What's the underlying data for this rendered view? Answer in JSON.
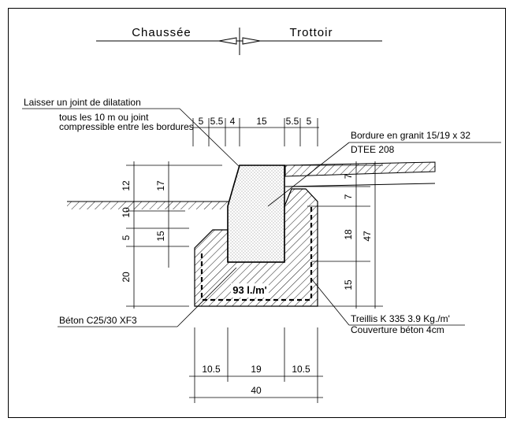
{
  "header": {
    "left_label": "Chaussée",
    "right_label": "Trottoir"
  },
  "notes": {
    "joint_line1": "Laisser un joint de dilatation",
    "joint_line2": "tous les 10 m ou joint",
    "joint_line3": "compressible entre les bordures",
    "bordure": "Bordure en granit 15/19 x 32",
    "dtee": "DTEE 208",
    "beton": "Béton C25/30 XF3",
    "treillis": "Treillis K 335 3.9 Kg./m'",
    "couverture": "Couverture béton 4cm",
    "volume": "93 l./m'"
  },
  "dims_top": [
    "5",
    "5.5",
    "4",
    "15",
    "5.5",
    "5"
  ],
  "dims_left_outer": [
    "12",
    "10",
    "5",
    "20"
  ],
  "dims_left_inner": [
    "17",
    "15"
  ],
  "dims_right_inner": [
    "7",
    "7",
    "18",
    "15"
  ],
  "dims_right_outer": [
    "47"
  ],
  "dims_bottom": [
    "10.5",
    "19",
    "10.5"
  ],
  "dims_total": [
    "40"
  ]
}
